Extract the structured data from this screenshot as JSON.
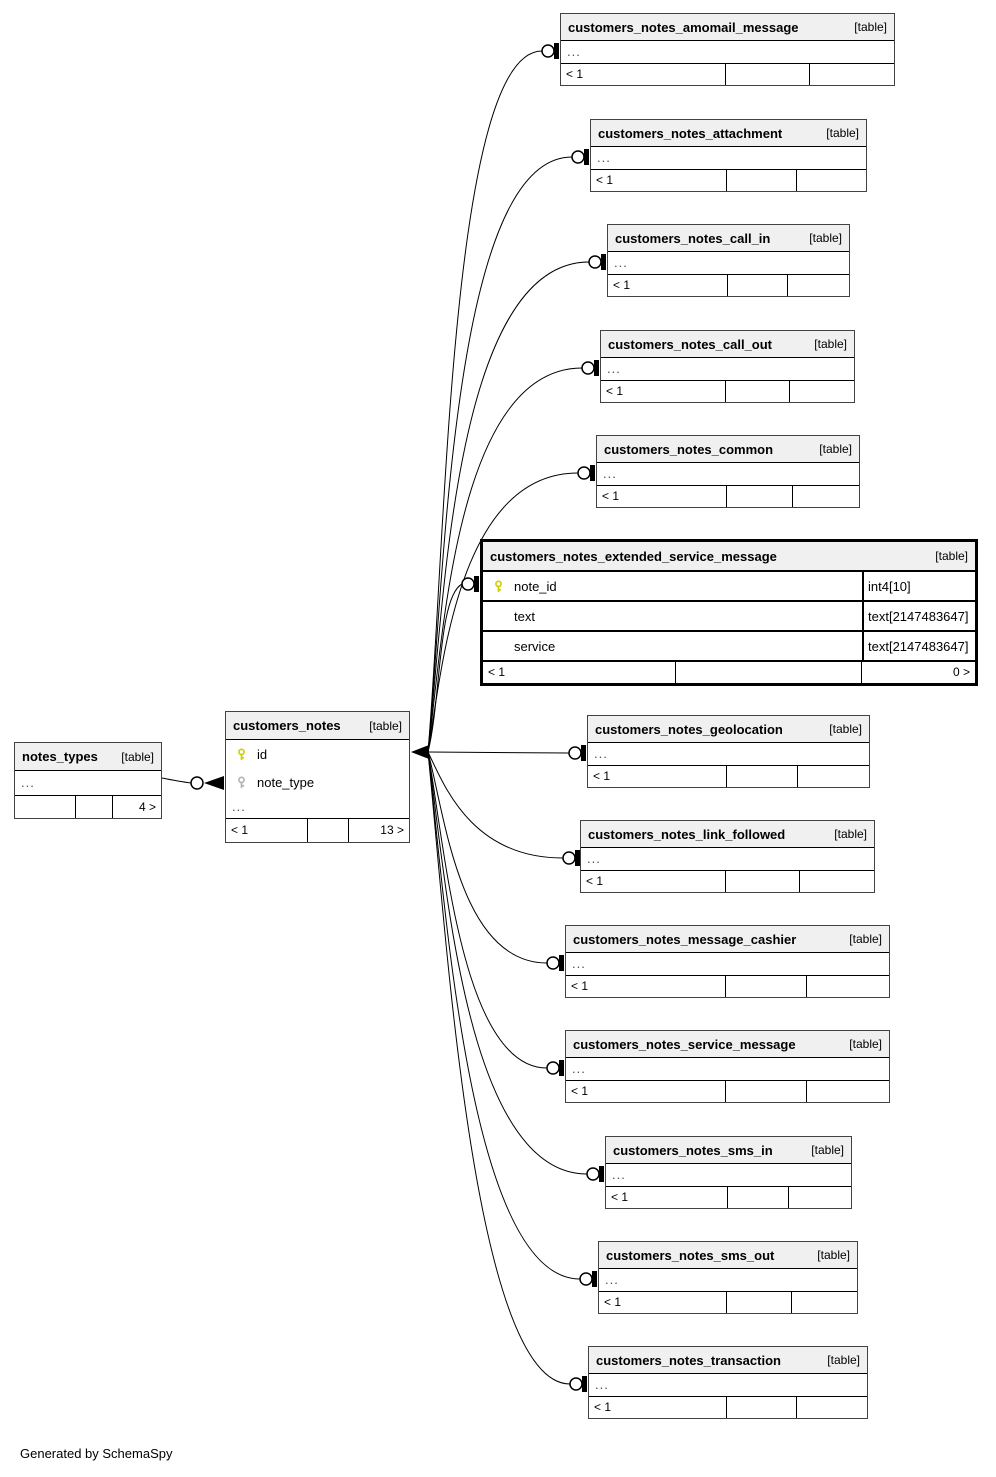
{
  "diagram": {
    "generated_by": "Generated by SchemaSpy",
    "ellipsis": "...",
    "tables": [
      {
        "name": "customers_notes_amomail_message",
        "tag": "[table]",
        "footer": {
          "left": "< 1",
          "right": ""
        }
      },
      {
        "name": "customers_notes_attachment",
        "tag": "[table]",
        "footer": {
          "left": "< 1",
          "right": ""
        }
      },
      {
        "name": "customers_notes_call_in",
        "tag": "[table]",
        "footer": {
          "left": "< 1",
          "right": ""
        }
      },
      {
        "name": "customers_notes_call_out",
        "tag": "[table]",
        "footer": {
          "left": "< 1",
          "right": ""
        }
      },
      {
        "name": "customers_notes_common",
        "tag": "[table]",
        "footer": {
          "left": "< 1",
          "right": ""
        }
      },
      {
        "name": "customers_notes_extended_service_message",
        "tag": "[table]",
        "columns": [
          {
            "name": "note_id",
            "type": "int4[10]",
            "key": "primary"
          },
          {
            "name": "text",
            "type": "text[2147483647]",
            "key": null
          },
          {
            "name": "service",
            "type": "text[2147483647]",
            "key": null
          }
        ],
        "footer": {
          "left": "< 1",
          "right": "0 >"
        }
      },
      {
        "name": "customers_notes_geolocation",
        "tag": "[table]",
        "footer": {
          "left": "< 1",
          "right": ""
        }
      },
      {
        "name": "customers_notes_link_followed",
        "tag": "[table]",
        "footer": {
          "left": "< 1",
          "right": ""
        }
      },
      {
        "name": "customers_notes_message_cashier",
        "tag": "[table]",
        "footer": {
          "left": "< 1",
          "right": ""
        }
      },
      {
        "name": "customers_notes_service_message",
        "tag": "[table]",
        "footer": {
          "left": "< 1",
          "right": ""
        }
      },
      {
        "name": "customers_notes_sms_in",
        "tag": "[table]",
        "footer": {
          "left": "< 1",
          "right": ""
        }
      },
      {
        "name": "customers_notes_sms_out",
        "tag": "[table]",
        "footer": {
          "left": "< 1",
          "right": ""
        }
      },
      {
        "name": "customers_notes_transaction",
        "tag": "[table]",
        "footer": {
          "left": "< 1",
          "right": ""
        }
      },
      {
        "name": "customers_notes",
        "tag": "[table]",
        "columns": [
          {
            "name": "id",
            "key": "primary"
          },
          {
            "name": "note_type",
            "key": "foreign"
          }
        ],
        "footer": {
          "left": "< 1",
          "right": "13 >"
        }
      },
      {
        "name": "notes_types",
        "tag": "[table]",
        "footer": {
          "left": "",
          "right": "4 >"
        }
      }
    ]
  }
}
